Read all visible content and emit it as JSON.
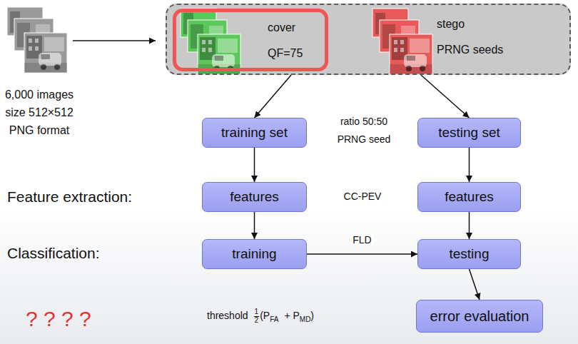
{
  "diagram": {
    "nodes": [
      {
        "text": []
      },
      {
        "text": [
          "cover",
          "QF=75"
        ],
        "in": 0
      },
      {
        "text": [
          "stego",
          "PRNG seeds"
        ],
        "in": 0
      },
      {
        "text": [
          "training set"
        ]
      },
      {
        "text": [
          "testing set"
        ]
      },
      {
        "text": [
          "features"
        ]
      },
      {
        "text": [
          "features"
        ]
      },
      {
        "text": [
          "training"
        ]
      },
      {
        "text": [
          "testing"
        ]
      },
      {
        "text": [
          "error evaluation"
        ]
      }
    ],
    "edges": [
      {
        "from": 0,
        "to": 3,
        "arrow": "to"
      },
      {
        "from": 0,
        "to": 4,
        "arrow": "to"
      },
      {
        "from": 3,
        "to": 5,
        "arrow": "to"
      },
      {
        "from": 4,
        "to": 6,
        "arrow": "to"
      },
      {
        "from": 5,
        "to": 7,
        "arrow": "to"
      },
      {
        "from": 7,
        "to": 8,
        "label": "FLD",
        "arrow": "to"
      },
      {
        "from": 6,
        "to": 8,
        "arrow": "to"
      },
      {
        "from": 8,
        "to": 9,
        "arrow": "to"
      }
    ],
    "labels": [
      "6,000 images",
      "size 512×512",
      "PNG format",
      "ratio 50:50",
      "PRNG seed",
      "CC-PEV",
      "Feature extraction:",
      "Classification:",
      "? ? ? ?",
      "threshold",
      "1",
      "2",
      "(P",
      "FA",
      "+ P",
      "MD",
      ")"
    ]
  }
}
